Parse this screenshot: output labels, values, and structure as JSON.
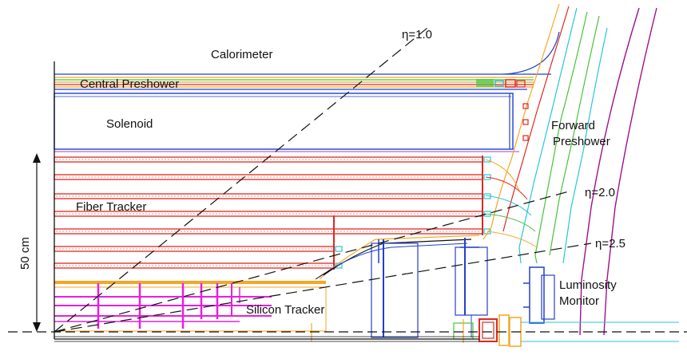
{
  "labels": {
    "calorimeter": "Calorimeter",
    "central_preshower": "Central Preshower",
    "solenoid": "Solenoid",
    "forward_preshower_1": "Forward",
    "forward_preshower_2": "Preshower",
    "fiber_tracker": "Fiber Tracker",
    "silicon_tracker": "Silicon Tracker",
    "luminosity_monitor_1": "Luminosity",
    "luminosity_monitor_2": "Monitor",
    "scale": "50 cm"
  },
  "eta_lines": [
    {
      "label": "η=1.0"
    },
    {
      "label": "η=2.0"
    },
    {
      "label": "η=2.5"
    }
  ],
  "colors": {
    "fiber_layer": "#e0281e",
    "preshower_orange": "#f5a623",
    "solenoid_blue": "#1f3fd0",
    "silicon_magenta": "#e81ee0",
    "forward_cyan": "#27c6d8",
    "forward_green": "#46c43a",
    "support_blue": "#2440c8"
  }
}
